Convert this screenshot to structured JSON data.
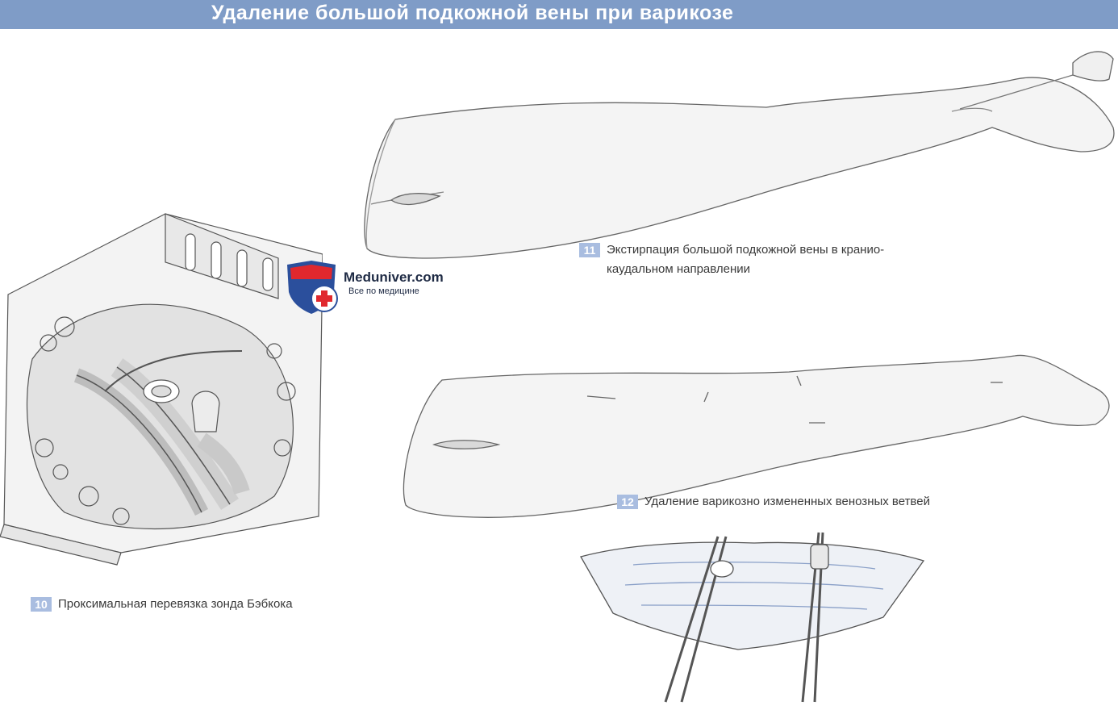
{
  "header": {
    "title": "Удаление большой подкожной вены при варикозе"
  },
  "logo": {
    "name": "Meduniver.com",
    "tagline": "Все по медицине",
    "brand_red": "#e0282e",
    "brand_blue": "#2b4f9c"
  },
  "figures": [
    {
      "number": "10",
      "caption": [
        "Проксимальная перевязка зонда Бэбкока"
      ]
    },
    {
      "number": "11",
      "caption": [
        "Экстирпация большой подкожной вены в кранио-",
        "каудальном направлении"
      ]
    },
    {
      "number": "12",
      "caption": [
        "Удаление варикозно измененных венозных ветвей"
      ]
    }
  ],
  "colors": {
    "header_bar": "#7f9cc7",
    "badge": "#a9bde0",
    "caption_text": "#3a3a3a"
  }
}
